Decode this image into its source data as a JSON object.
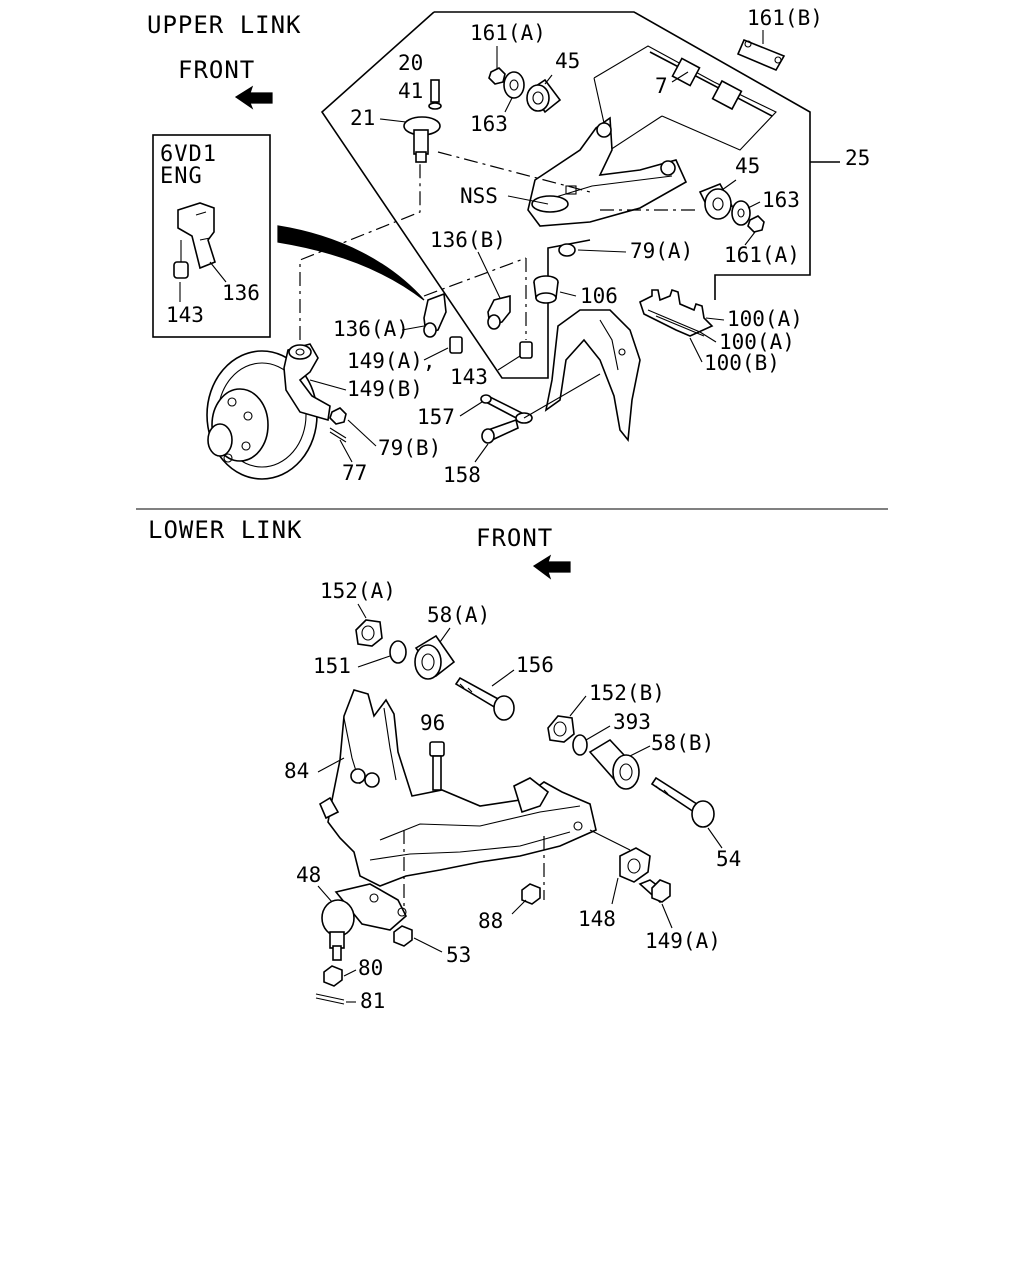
{
  "sections": {
    "upper_title": "UPPER LINK",
    "lower_title": "LOWER LINK",
    "front_upper": "FRONT",
    "front_lower": "FRONT",
    "inset_line1": "6VD1",
    "inset_line2": "ENG"
  },
  "callouts": {
    "u_161b": "161(B)",
    "u_161a_top": "161(A)",
    "u_45_top": "45",
    "u_20": "20",
    "u_41": "41",
    "u_21": "21",
    "u_7": "7",
    "u_163_top": "163",
    "u_25": "25",
    "u_45_right": "45",
    "u_163_right": "163",
    "u_nss": "NSS",
    "u_161a_right": "161(A)",
    "u_136b": "136(B)",
    "u_79a": "79(A)",
    "u_106": "106",
    "u_inset_136": "136",
    "u_inset_143": "143",
    "u_100a_1": "100(A)",
    "u_100a_2": "100(A)",
    "u_100b": "100(B)",
    "u_136a": "136(A)",
    "u_149a": "149(A),",
    "u_143": "143",
    "u_149b": "149(B)",
    "u_157": "157",
    "u_79b": "79(B)",
    "u_77": "77",
    "u_158": "158",
    "l_152a": "152(A)",
    "l_58a": "58(A)",
    "l_151": "151",
    "l_156": "156",
    "l_152b": "152(B)",
    "l_96": "96",
    "l_393": "393",
    "l_58b": "58(B)",
    "l_84": "84",
    "l_54": "54",
    "l_48": "48",
    "l_88": "88",
    "l_148": "148",
    "l_149a": "149(A)",
    "l_53": "53",
    "l_80": "80",
    "l_81": "81"
  }
}
